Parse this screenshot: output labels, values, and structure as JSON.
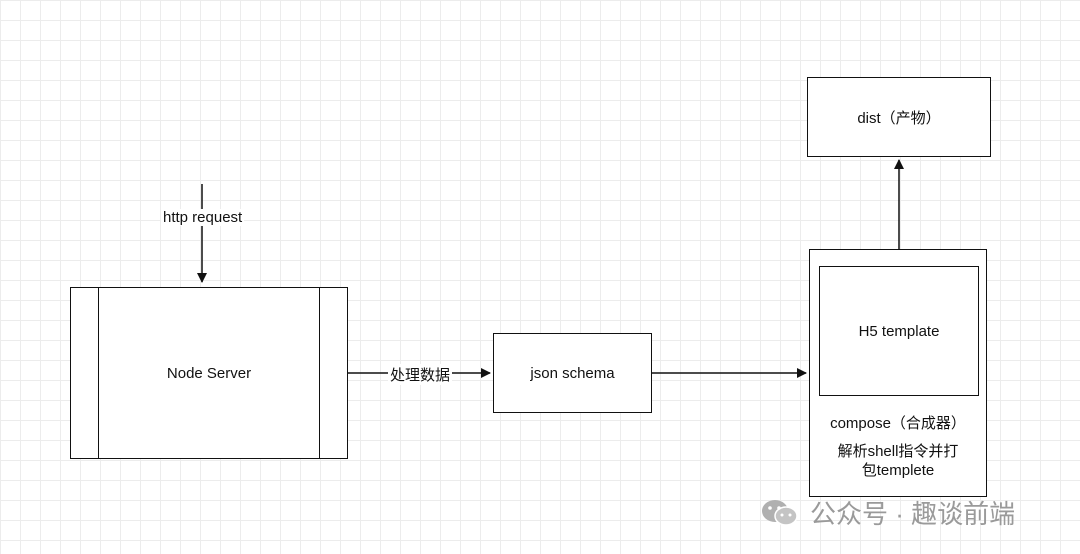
{
  "diagram": {
    "nodes": {
      "node_server": "Node Server",
      "json_schema": "json schema",
      "h5_template": "H5 template",
      "compose": "compose（合成器）",
      "compose_desc_line1": "解析shell指令并打",
      "compose_desc_line2": "包templete",
      "dist": "dist（产物）"
    },
    "edges": {
      "http_request": "http request",
      "process_data": "处理数据"
    }
  },
  "watermark": {
    "text": "公众号 · 趣谈前端",
    "icon": "wechat-icon"
  },
  "colors": {
    "stroke": "#111111",
    "grid": "#ececec",
    "watermark": "#9a9a9a"
  }
}
